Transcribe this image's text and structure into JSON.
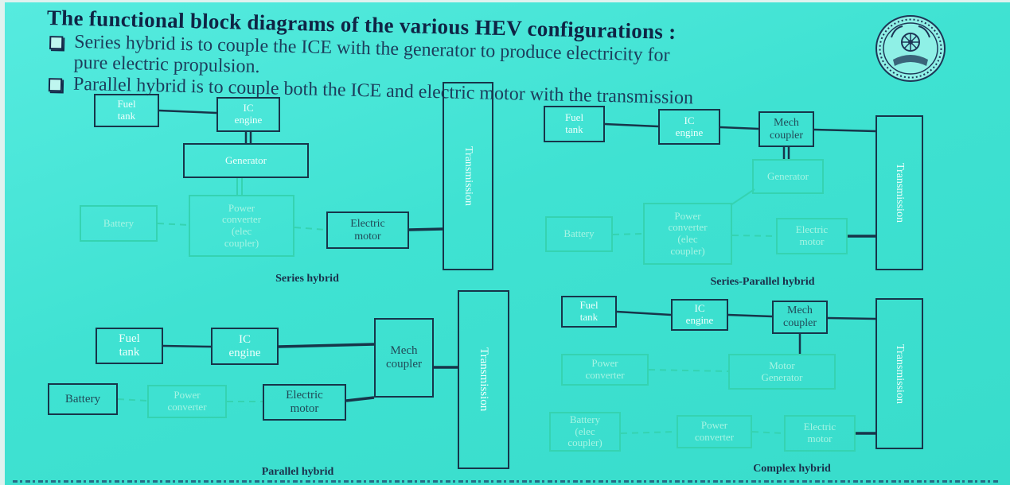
{
  "theme": {
    "slide_bg": "#3fe2d2",
    "title_color": "#0f2445",
    "block_border": "#17354a",
    "faint_border": "#35d3b1"
  },
  "header": {
    "title": "The functional block diagrams of the various HEV configurations :",
    "bullet_icon": "hollow-square-bullet",
    "bullets": [
      "Series hybrid is to couple the ICE with the generator to produce electricity for\npure electric propulsion.",
      "Parallel hybrid is to couple both the ICE and electric motor with the transmission"
    ]
  },
  "logo": {
    "icon": "institute-emblem"
  },
  "diagrams": {
    "series": {
      "caption": "Series hybrid",
      "fuel_tank": "Fuel\ntank",
      "ic_engine": "IC\nengine",
      "generator": "Generator",
      "battery": "Battery",
      "power_converter": "Power\nconverter\n(elec\ncoupler)",
      "electric_motor": "Electric\nmotor",
      "transmission": "Transmission"
    },
    "series_parallel": {
      "caption": "Series-Parallel hybrid",
      "fuel_tank": "Fuel\ntank",
      "ic_engine": "IC\nengine",
      "mech_coupler": "Mech\ncoupler",
      "generator": "Generator",
      "battery": "Battery",
      "power_converter": "Power\nconverter\n(elec\ncoupler)",
      "electric_motor": "Electric\nmotor",
      "transmission": "Transmission"
    },
    "parallel": {
      "caption": "Parallel hybrid",
      "fuel_tank": "Fuel\ntank",
      "ic_engine": "IC\nengine",
      "mech_coupler": "Mech\ncoupler",
      "battery": "Battery",
      "power_converter": "Power\nconverter",
      "electric_motor": "Electric\nmotor",
      "transmission": "Transmission"
    },
    "complex": {
      "caption": "Complex hybrid",
      "fuel_tank": "Fuel\ntank",
      "ic_engine": "IC\nengine",
      "mech_coupler": "Mech\ncoupler",
      "power_converter_1": "Power\nconverter",
      "motor_generator": "Motor\nGenerator",
      "battery": "Battery\n(elec\ncoupler)",
      "power_converter_2": "Power\nconverter",
      "electric_motor": "Electric\nmotor",
      "transmission": "Transmission"
    }
  }
}
